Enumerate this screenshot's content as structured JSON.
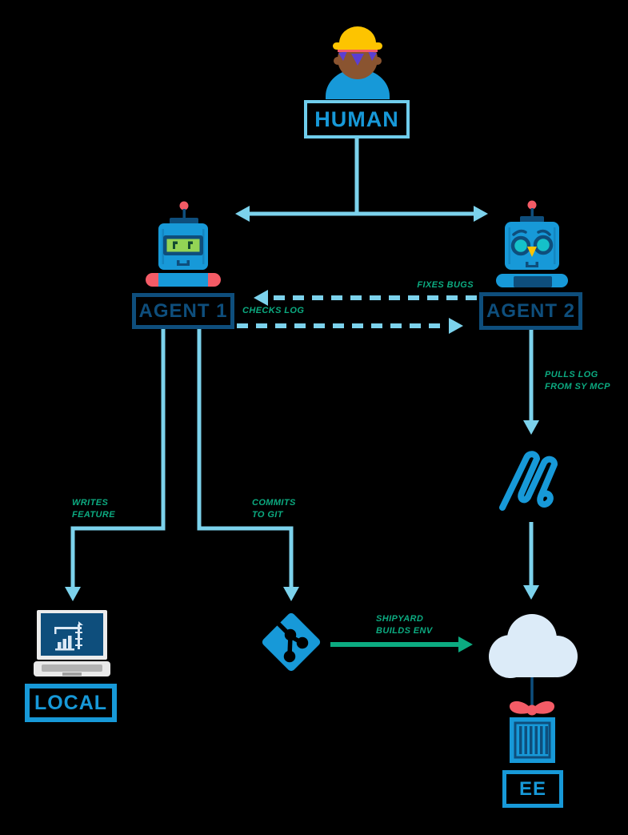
{
  "palette": {
    "background": "#000000",
    "navy": "#0e4e7c",
    "bright_blue": "#1799d8",
    "light_blue": "#7cd2ec",
    "human_box_border": "#6fcdec",
    "green": "#0cab81",
    "red": "#f45b66",
    "yellow": "#fdc400",
    "purple": "#5b3fd1",
    "skin": "#8a5430",
    "cloud": "#dcebf8",
    "screen_green": "#93d455",
    "teal_eyes": "#15c1c9"
  },
  "nodes": {
    "human": {
      "label": "HUMAN",
      "icon": "construction-worker-icon"
    },
    "agent1": {
      "label": "AGENT 1",
      "icon": "robot-screen-eyes-icon"
    },
    "agent2": {
      "label": "AGENT 2",
      "icon": "robot-round-eyes-icon"
    },
    "local": {
      "label": "LOCAL",
      "icon": "laptop-crane-icon"
    },
    "git": {
      "icon": "git-diamond-icon"
    },
    "shipyard": {
      "icon": "shipyard-squiggle-logo-icon"
    },
    "cloud": {
      "icon": "cloud-icon"
    },
    "ee": {
      "label": "EE",
      "icon": "gift-container-icon"
    }
  },
  "edges": {
    "fixes_bugs": {
      "label": "FIXES BUGS"
    },
    "checks_log": {
      "label": "CHECKS LOG"
    },
    "pulls_log": {
      "line1": "PULLS LOG",
      "line2": "FROM SY MCP"
    },
    "writes_feature": {
      "line1": "WRITES",
      "line2": "FEATURE"
    },
    "commits_to_git": {
      "line1": "COMMITS",
      "line2": "TO GIT"
    },
    "shipyard_builds": {
      "line1": "SHIPYARD",
      "line2": "BUILDS ENV"
    }
  }
}
